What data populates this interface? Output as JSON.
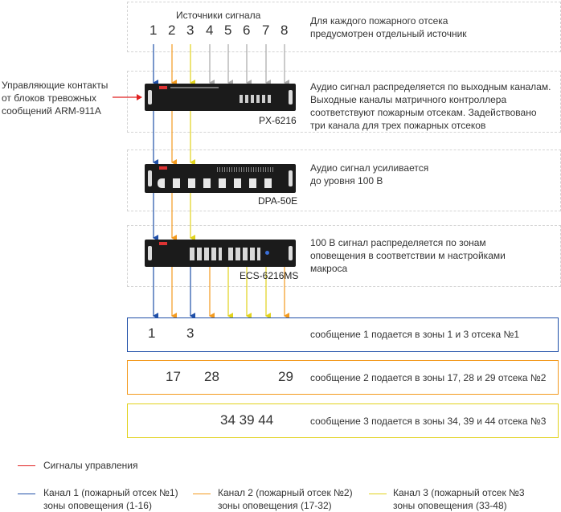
{
  "colors": {
    "channel1": "#1f4fa8",
    "channel2": "#f39a1e",
    "channel3": "#e1d21c",
    "gray": "#a8a8a8",
    "control": "#e02020"
  },
  "sources": {
    "title": "Источники сигнала",
    "numbers": [
      "1",
      "2",
      "3",
      "4",
      "5",
      "6",
      "7",
      "8"
    ],
    "description": "Для каждого пожарного отсека\nпредусмотрен отдельный источник"
  },
  "control_input": {
    "label": "Управляющие контакты\nот блоков тревожных\nсообщений ARM-911A"
  },
  "devices": {
    "matrix": {
      "model": "PX-6216",
      "description": "Аудио сигнал распределяется по выходным каналам.\nВыходные каналы матричного контроллера\nсоответствуют пожарным отсекам. Задействовано\nтри канала для трех пожарных отсеков"
    },
    "amplifier": {
      "model": "DPA-50E",
      "description": "Аудио сигнал усиливается\nдо уровня 100 В"
    },
    "selector": {
      "model": "ECS-6216MS",
      "description": "100 В сигнал распределяется по зонам\nоповещения в соответствии м настройками\nмакроса"
    }
  },
  "zones": [
    {
      "numbers": [
        "1",
        "3"
      ],
      "message": "сообщение 1 подается в зоны 1 и 3 отсека №1"
    },
    {
      "numbers": [
        "17",
        "28",
        "29"
      ],
      "message": "сообщение 2 подается в зоны 17, 28 и 29 отсека №2"
    },
    {
      "numbers": [
        "34 39 44"
      ],
      "message": "сообщение 3 подается в зоны 34, 39 и 44 отсека №3"
    }
  ],
  "legend": {
    "control": "Сигналы управления",
    "channel1": "Канал 1 (пожарный отсек №1)\nзоны оповещения (1-16)",
    "channel2": "Канал 2 (пожарный отсек №2)\nзоны оповещения (17-32)",
    "channel3": "Канал 3 (пожарный отсек №3\nзоны оповещения (33-48)"
  }
}
